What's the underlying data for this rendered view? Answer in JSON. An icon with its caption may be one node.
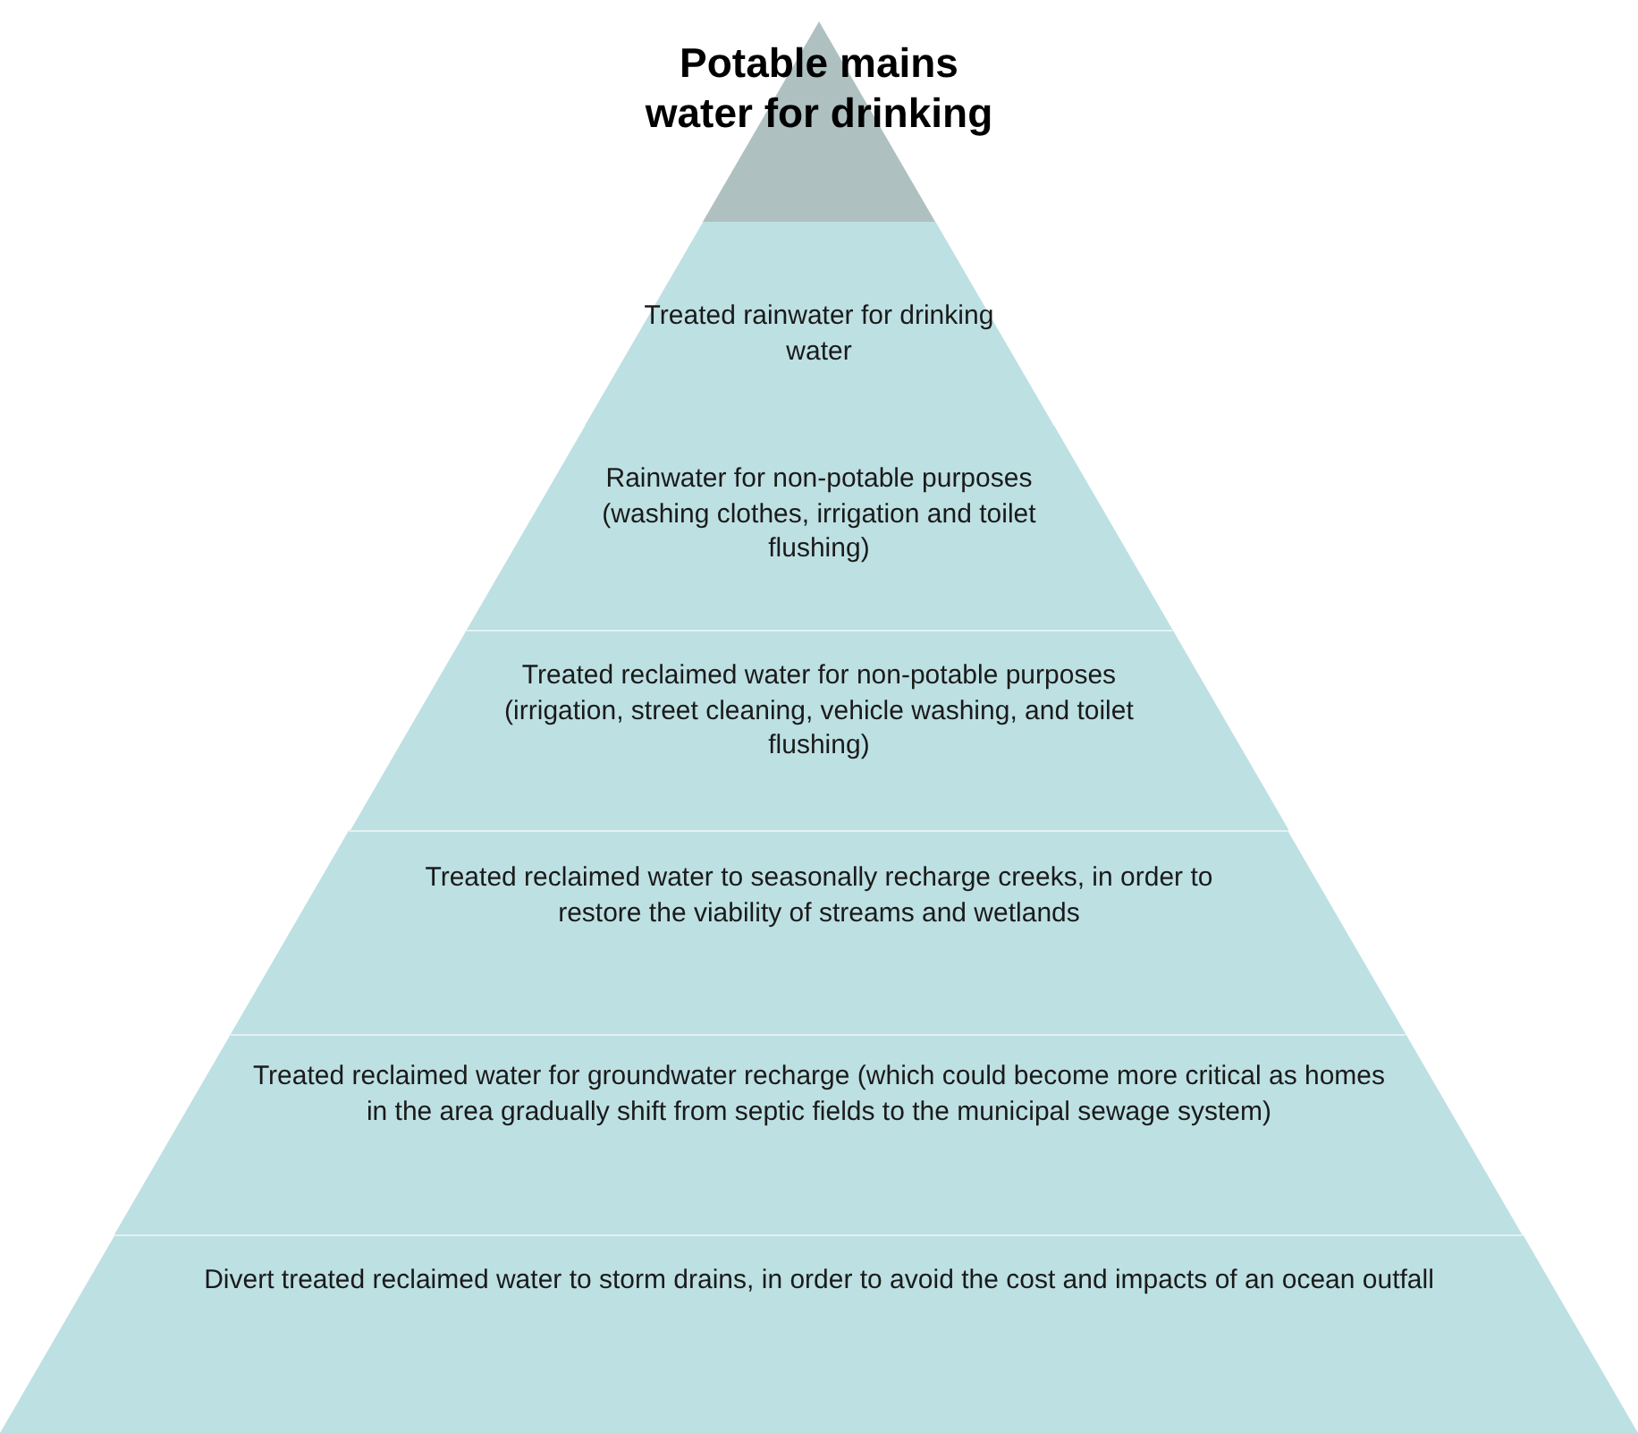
{
  "diagram": {
    "nodes": [
      {
        "text": [
          "Potable mains water for drinking"
        ]
      },
      {
        "text": [
          "Treated rainwater for drinking water"
        ]
      },
      {
        "text": [
          "Rainwater for non-potable purposes (washing clothes, irrigation and toilet flushing)"
        ]
      },
      {
        "text": [
          "Treated reclaimed water for non-potable purposes (irrigation, street cleaning, vehicle washing, and toilet flushing)"
        ]
      },
      {
        "text": [
          "Treated reclaimed water to seasonally recharge creeks, in order to restore the viability of streams and wetlands"
        ]
      },
      {
        "text": [
          "Treated reclaimed water for groundwater recharge (which could become more critical as homes in the area gradually shift from septic fields to the municipal sewage system)"
        ]
      },
      {
        "text": [
          "Divert treated reclaimed water to storm drains, in order to avoid the cost and impacts of an ocean outfall"
        ]
      }
    ]
  }
}
